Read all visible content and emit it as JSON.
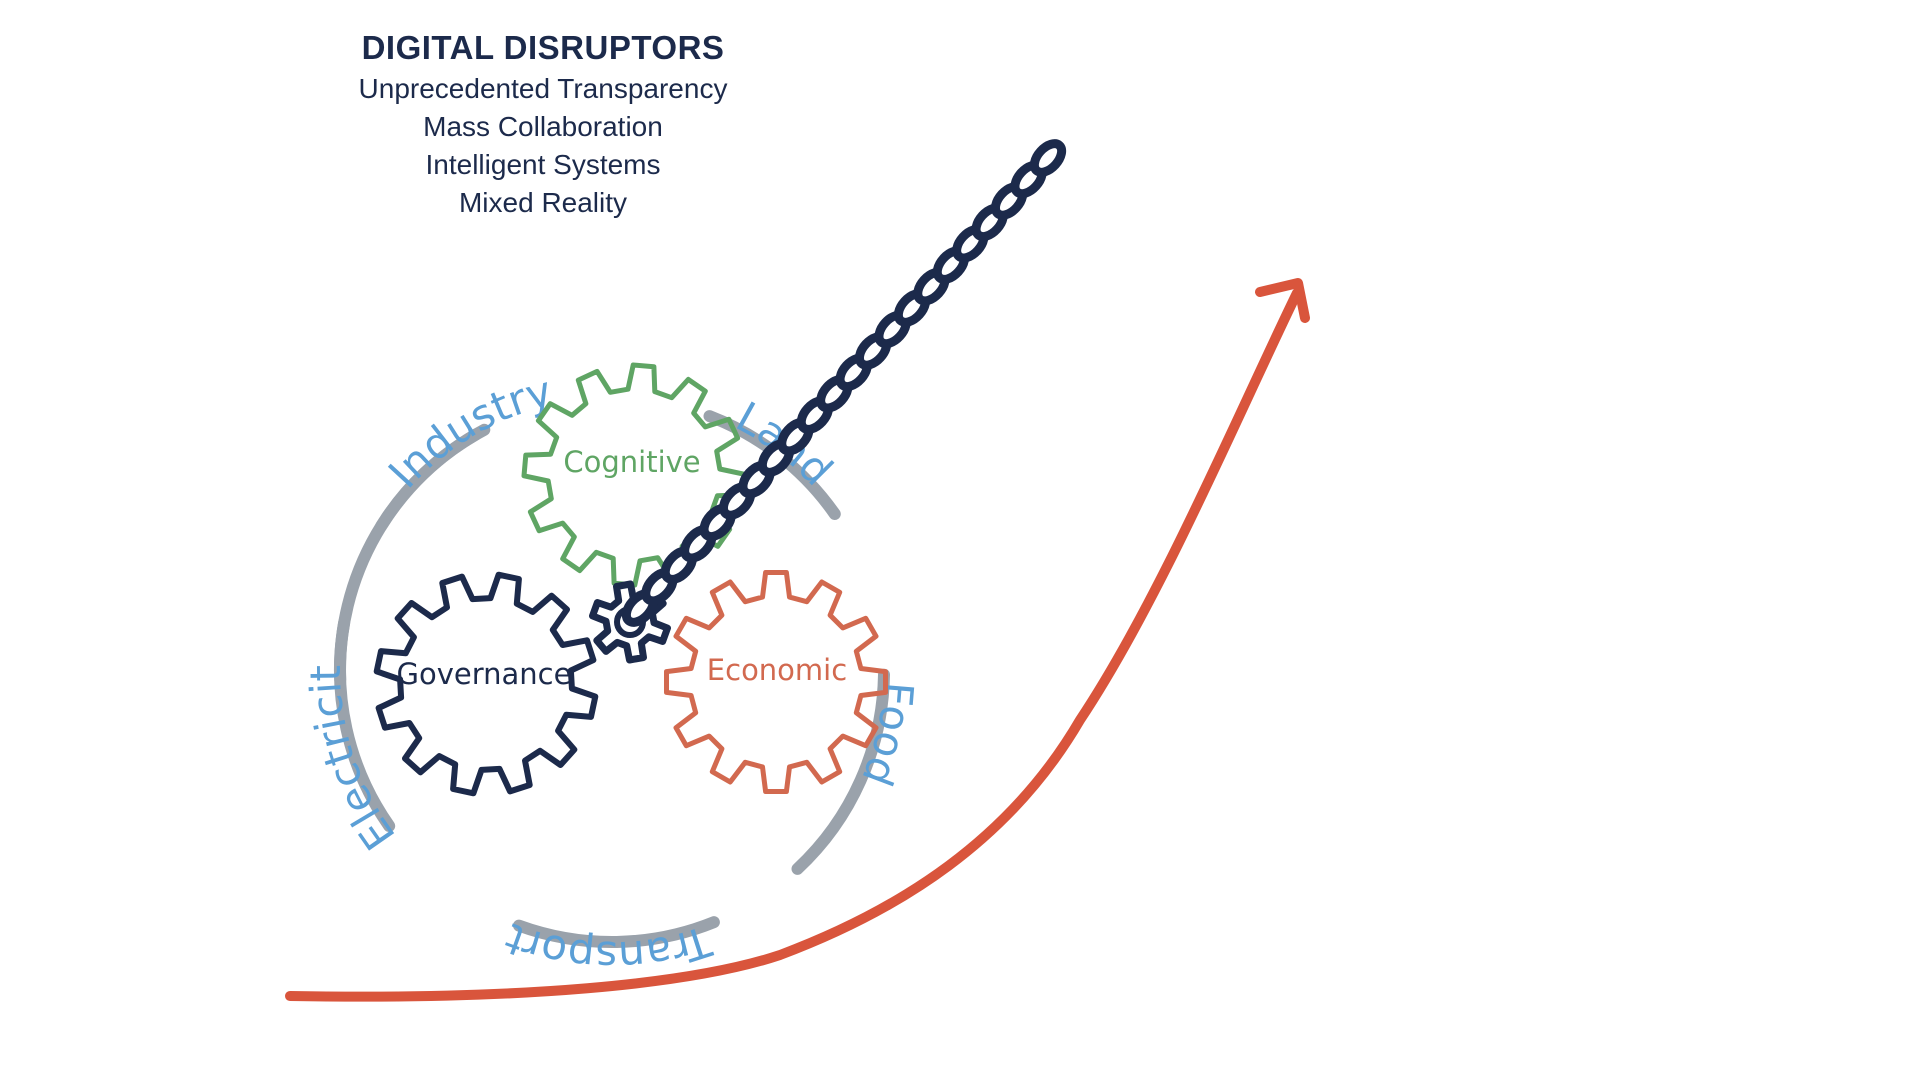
{
  "header": {
    "title": "DIGITAL DISRUPTORS",
    "items": [
      "Unprecedented Transparency",
      "Mass Collaboration",
      "Intelligent Systems",
      "Mixed Reality"
    ]
  },
  "ring": {
    "labels": {
      "transport": "Transport",
      "electricity": "Electricity",
      "industry": "Industry",
      "land": "Land",
      "food": "Food"
    },
    "color": "#9aa2ab",
    "label_color": "#5b9fd6"
  },
  "gears": {
    "cognitive": {
      "label": "Cognitive",
      "color": "#5fa564"
    },
    "governance": {
      "label": "Governance",
      "color": "#1c2a4b"
    },
    "economic": {
      "label": "Economic",
      "color": "#d2694f"
    }
  },
  "chain_color": "#1c2a4b",
  "arrow_color": "#d9553c"
}
